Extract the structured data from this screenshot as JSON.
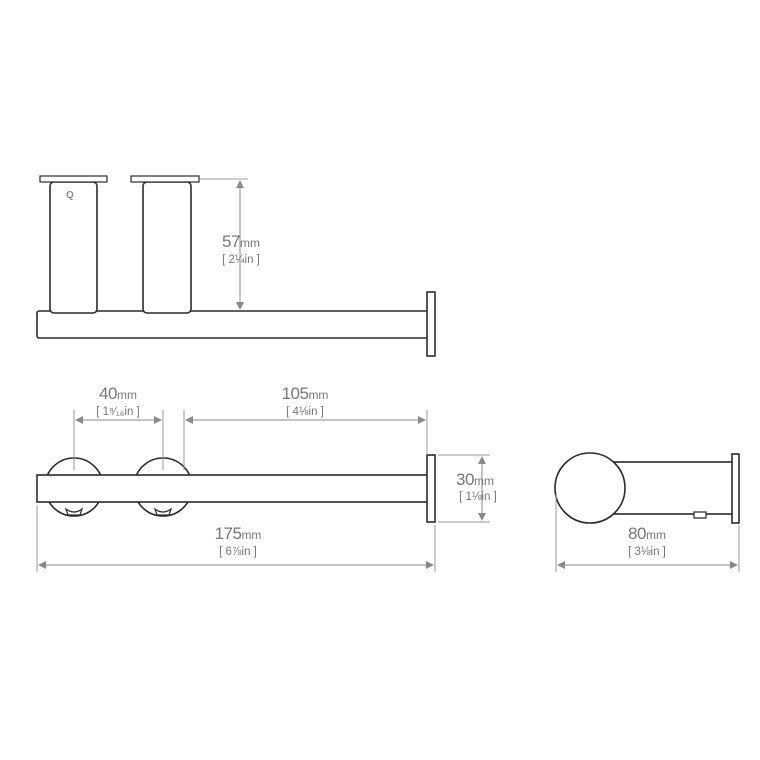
{
  "logo_mark": "Q",
  "dimensions": {
    "height": {
      "value": "57",
      "unit": "mm",
      "imperial": "[ 2¼in ]"
    },
    "spacing": {
      "value": "40",
      "unit": "mm",
      "imperial": "[ 1⁹⁄₁₆in ]"
    },
    "arm_length": {
      "value": "105",
      "unit": "mm",
      "imperial": "[ 4⅛in ]"
    },
    "plate": {
      "value": "30",
      "unit": "mm",
      "imperial": "[ 1⅛in ]"
    },
    "overall_length": {
      "value": "175",
      "unit": "mm",
      "imperial": "[ 6⅞in ]"
    },
    "projection": {
      "value": "80",
      "unit": "mm",
      "imperial": "[ 3⅛in ]"
    }
  },
  "colors": {
    "outline": "#2b2b2b",
    "dimension": "#8a8a8a",
    "text": "#777777"
  }
}
